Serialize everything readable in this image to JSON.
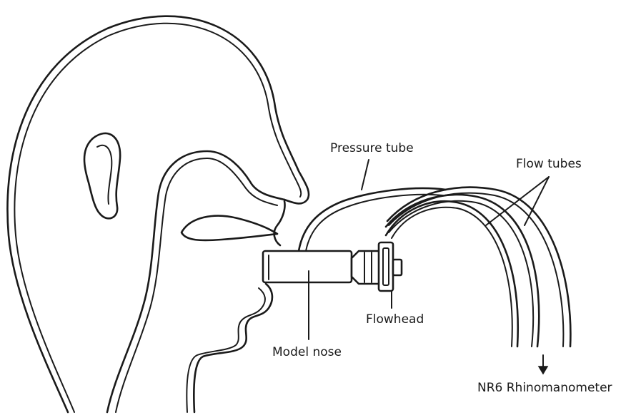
{
  "labels": {
    "pressure_tube": "Pressure tube",
    "flow_tubes": "Flow tubes",
    "flowhead": "Flowhead",
    "model_nose": "Model nose",
    "rhinomanometer": "NR6 Rhinomanometer"
  },
  "colors": {
    "ink": "#1a1a1a",
    "background": "#ffffff"
  }
}
